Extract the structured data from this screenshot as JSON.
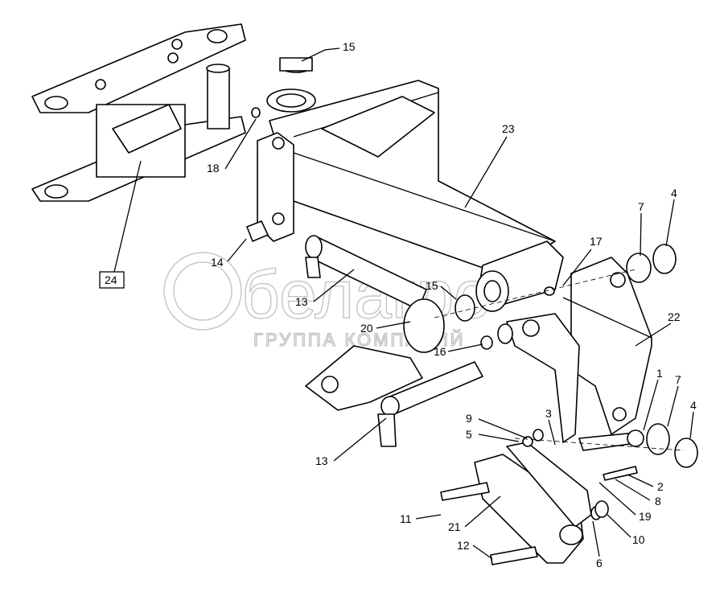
{
  "watermark": {
    "brand": "белагро",
    "subtitle": "ГРУППА КОМПАНИЙ"
  },
  "callouts": [
    {
      "id": "c15a",
      "text": "15"
    },
    {
      "id": "c23",
      "text": "23"
    },
    {
      "id": "c18",
      "text": "18"
    },
    {
      "id": "c24",
      "text": "24"
    },
    {
      "id": "c14",
      "text": "14"
    },
    {
      "id": "c13a",
      "text": "13"
    },
    {
      "id": "c17",
      "text": "17"
    },
    {
      "id": "c7a",
      "text": "7"
    },
    {
      "id": "c4a",
      "text": "4"
    },
    {
      "id": "c15b",
      "text": "15"
    },
    {
      "id": "c20",
      "text": "20"
    },
    {
      "id": "c16",
      "text": "16"
    },
    {
      "id": "c22",
      "text": "22"
    },
    {
      "id": "c1",
      "text": "1"
    },
    {
      "id": "c7b",
      "text": "7"
    },
    {
      "id": "c4b",
      "text": "4"
    },
    {
      "id": "c9",
      "text": "9"
    },
    {
      "id": "c5",
      "text": "5"
    },
    {
      "id": "c3",
      "text": "3"
    },
    {
      "id": "c13b",
      "text": "13"
    },
    {
      "id": "c2",
      "text": "2"
    },
    {
      "id": "c8",
      "text": "8"
    },
    {
      "id": "c19",
      "text": "19"
    },
    {
      "id": "c10",
      "text": "10"
    },
    {
      "id": "c6",
      "text": "6"
    },
    {
      "id": "c11",
      "text": "11"
    },
    {
      "id": "c21",
      "text": "21"
    },
    {
      "id": "c12",
      "text": "12"
    }
  ]
}
